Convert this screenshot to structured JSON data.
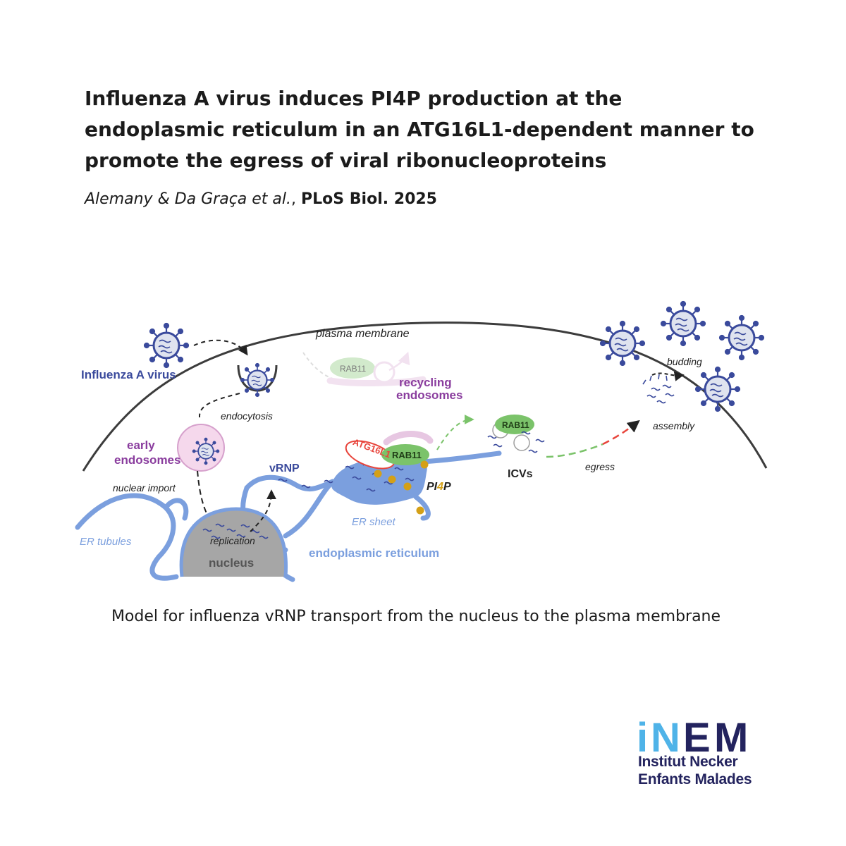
{
  "header": {
    "title_lines": [
      "Influenza A virus induces PI4P production at the",
      "endoplasmic reticulum in an ATG16L1-dependent manner to",
      "promote the egress of viral ribonucleoproteins"
    ],
    "authors": "Alemany & Da Graça et al.",
    "separator": ", ",
    "journal": "PLoS Biol. 2025"
  },
  "diagram": {
    "labels": {
      "plasma_membrane": "plasma membrane",
      "influenza_virus": "Influenza A virus",
      "endocytosis": "endocytosis",
      "early_endosomes_1": "early",
      "early_endosomes_2": "endosomes",
      "nuclear_import": "nuclear import",
      "replication": "replication",
      "nucleus": "nucleus",
      "er_tubules": "ER tubules",
      "vrnp": "vRNP",
      "atg16l1": "ATG16L1",
      "rab11_er": "RAB11",
      "rab11_recycling": "RAB11",
      "rab11_icv": "RAB11",
      "recycling_1": "recycling",
      "recycling_2": "endosomes",
      "pi4p_a": "PI",
      "pi4p_b": "4",
      "pi4p_c": "P",
      "er_sheet": "ER sheet",
      "endoplasmic_reticulum": "endoplasmic reticulum",
      "icvs": "ICVs",
      "egress": "egress",
      "assembly": "assembly",
      "budding": "budding"
    },
    "colors": {
      "virus": "#3a4a9c",
      "er": "#7b9fde",
      "nucleus": "#a6a6a6",
      "rab11": "#7bc36a",
      "atg16l1": "#e8453c",
      "pi4p": "#d4a017",
      "purple": "#8a3d9e",
      "endosome": "#f5d8ec"
    }
  },
  "caption": "Model for influenza vRNP transport from the nucleus to the plasma membrane",
  "logo": {
    "mark_letters": [
      "i",
      "N",
      "E",
      "M"
    ],
    "line1": "Institut Necker",
    "line2": "Enfants Malades",
    "colors": {
      "light": "#4fb3e8",
      "dark": "#23235e"
    }
  }
}
